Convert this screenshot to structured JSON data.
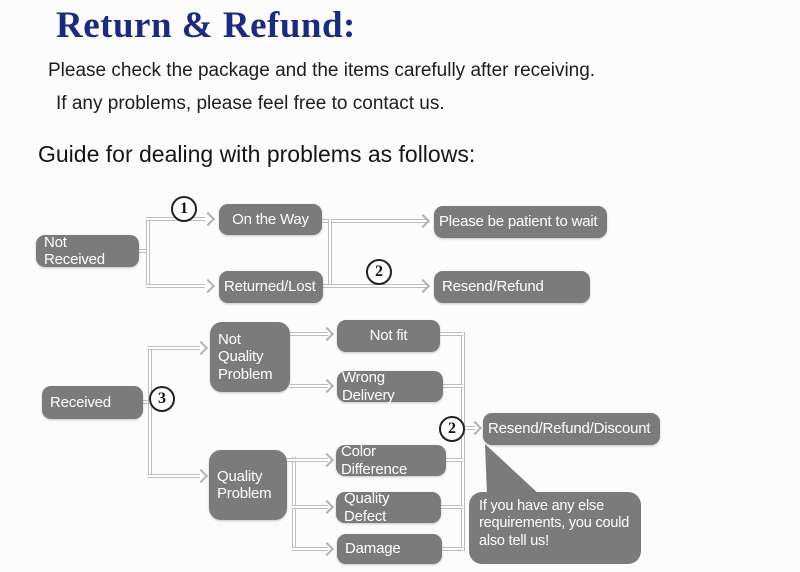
{
  "header": {
    "title": "Return & Refund:",
    "intro_line1": "Please check the package and the items carefully after receiving.",
    "intro_line2": "If any problems, please feel free to contact us.",
    "guide_heading": "Guide for dealing with problems as follows:"
  },
  "colors": {
    "title_navy": "#1b2b7d",
    "node_gray": "#7b7b7b",
    "node_text": "#ffffff",
    "connector_gray": "#bdbdbd"
  },
  "flow": {
    "nodes": {
      "not_received": "Not Received",
      "on_the_way": "On the Way",
      "returned_lost": "Returned/Lost",
      "please_wait": "Please be patient to wait",
      "resend_refund": "Resend/Refund",
      "received": "Received",
      "not_quality_problem": "Not Quality Problem",
      "not_fit": "Not fit",
      "wrong_delivery": "Wrong Delivery",
      "quality_problem": "Quality Problem",
      "color_difference": "Color Difference",
      "quality_defect": "Quality Defect",
      "damage": "Damage",
      "resend_refund_discount": "Resend/Refund/Discount"
    },
    "steps": {
      "s1": "1",
      "s2": "2",
      "s3": "3",
      "s2b": "2"
    },
    "note": "If you have any else requirements, you could also tell us!"
  }
}
